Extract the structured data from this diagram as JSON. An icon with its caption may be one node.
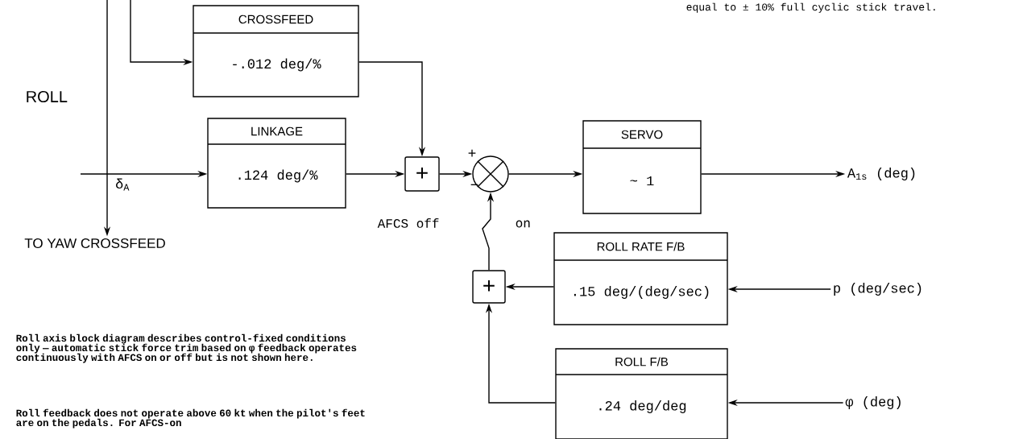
{
  "diagram": {
    "nodes": [
      {
        "text": [
          "δ$_{A}$"
        ]
      },
      {
        "text": [
          "CROSSFEED",
          "-.012 deg/%"
        ]
      },
      {
        "text": [
          "LINKAGE",
          ".124 deg/%"
        ]
      },
      {
        "text": [
          "+"
        ]
      },
      {
        "text": [],
        "shape": "circle",
        "beside": [
          "+",
          "−"
        ]
      },
      {
        "text": [
          "SERVO",
          "~ 1"
        ]
      },
      {
        "text": [
          "A$_{1s}$ (deg)"
        ]
      },
      {
        "text": [
          "TO YAW CROSSFEED"
        ]
      },
      {
        "text": [
          "+"
        ]
      },
      {
        "text": [
          "ROLL RATE F/B",
          ".15 deg/(deg/sec)"
        ]
      },
      {
        "text": [
          "p (deg/sec)"
        ]
      },
      {
        "text": [
          "ROLL F/B",
          ".24 deg/deg"
        ]
      },
      {
        "text": [
          "φ (deg)"
        ]
      }
    ],
    "edges": [
      {
        "from": 0,
        "to": 2,
        "arrow": "to"
      },
      {
        "from": null,
        "to": 7,
        "arrow": "to"
      },
      {
        "from": null,
        "to": 1,
        "arrow": "to"
      },
      {
        "from": 1,
        "to": 3,
        "arrow": "to"
      },
      {
        "from": 2,
        "to": 3,
        "arrow": "to"
      },
      {
        "from": 3,
        "to": 4,
        "arrow": "to"
      },
      {
        "from": 4,
        "to": 5,
        "arrow": "to"
      },
      {
        "from": 5,
        "to": 6,
        "arrow": "to"
      },
      {
        "from": 8,
        "to": 4,
        "arrow": "to"
      },
      {
        "from": 9,
        "to": 8,
        "arrow": "to"
      },
      {
        "from": 10,
        "to": 9,
        "arrow": "to"
      },
      {
        "from": 11,
        "to": 8,
        "arrow": "to"
      },
      {
        "from": 12,
        "to": 11,
        "arrow": "to"
      }
    ],
    "labels": [
      "equal to ± 10% full cyclic stick travel.",
      "ROLL",
      "AFCS off",
      "on",
      "Roll axis block diagram describes control-fixed conditions only — automatic stick force trim based on φ feedback operates continuously with AFCS on or off but is not shown here.",
      "Roll feedback does not operate above 60 kt when the pilot's feet are on the pedals. For AFCS-on"
    ]
  }
}
